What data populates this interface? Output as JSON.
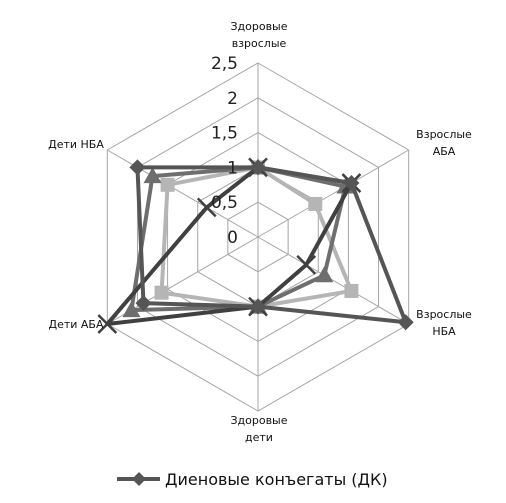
{
  "chart_data": {
    "type": "radar",
    "categories": [
      [
        "Здоровые",
        "взрослые"
      ],
      [
        "Взрослые",
        "АБА"
      ],
      [
        "Взрослые",
        "НБА"
      ],
      [
        "Здоровые",
        "дети"
      ],
      [
        "Дети АБА"
      ],
      [
        "Дети НБА"
      ]
    ],
    "rlim": [
      0,
      2.5
    ],
    "ticks": [
      "0",
      "0,5",
      "1",
      "1,5",
      "2",
      "2,5"
    ],
    "tick_values": [
      0,
      0.5,
      1,
      1.5,
      2,
      2.5
    ],
    "grid": true,
    "legend_position": "bottom",
    "series": [
      {
        "name": "Диеновые конъегаты (ДК)",
        "marker": "diamond",
        "color": "#555555",
        "values": [
          1,
          1.55,
          2.45,
          1,
          1.9,
          2.0
        ]
      },
      {
        "name": "",
        "marker": "triangle",
        "color": "#6e6e6e",
        "values": [
          1,
          1.45,
          1.1,
          1,
          2.1,
          1.75
        ]
      },
      {
        "name": "",
        "marker": "square",
        "color": "#b5b5b5",
        "values": [
          1,
          0.95,
          1.55,
          1,
          1.6,
          1.5
        ]
      },
      {
        "name": "",
        "marker": "x",
        "color": "#404040",
        "values": [
          1,
          1.55,
          0.8,
          1,
          2.5,
          0.85
        ]
      }
    ]
  }
}
